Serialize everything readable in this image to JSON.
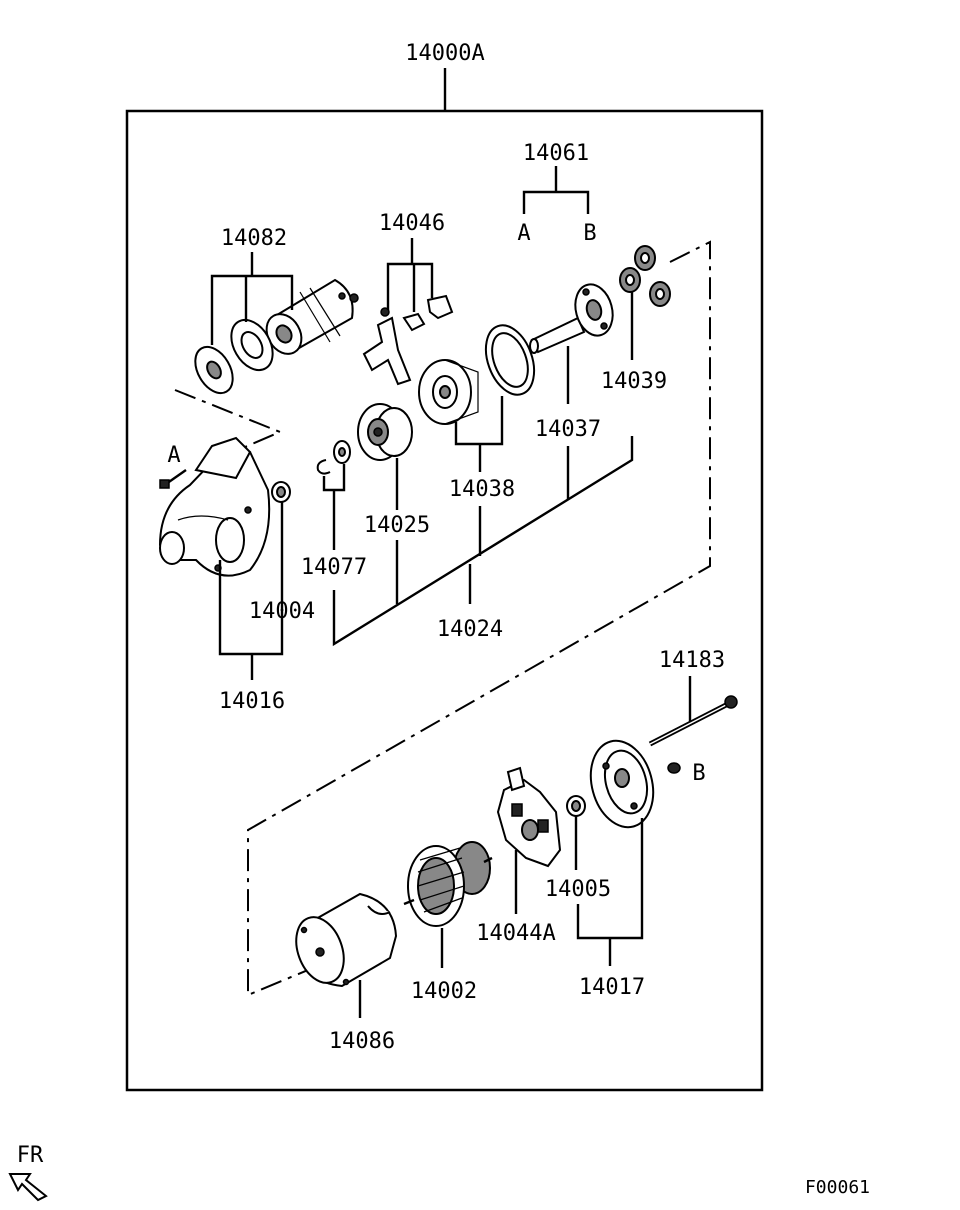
{
  "assembly_label": "14000A",
  "labels": {
    "p14061": "14061",
    "p14061_a": "A",
    "p14061_b": "B",
    "p14082": "14082",
    "p14046": "14046",
    "p14039": "14039",
    "p14037": "14037",
    "p14038": "14038",
    "p14025": "14025",
    "p14077": "14077",
    "p14024": "14024",
    "p14004": "14004",
    "p14016": "14016",
    "bolt_a": "A",
    "p14183": "14183",
    "nut_b": "B",
    "p14005": "14005",
    "p14044a": "14044A",
    "p14017": "14017",
    "p14002": "14002",
    "p14086": "14086"
  },
  "fr_label": "FR",
  "figure_code": "F00061"
}
